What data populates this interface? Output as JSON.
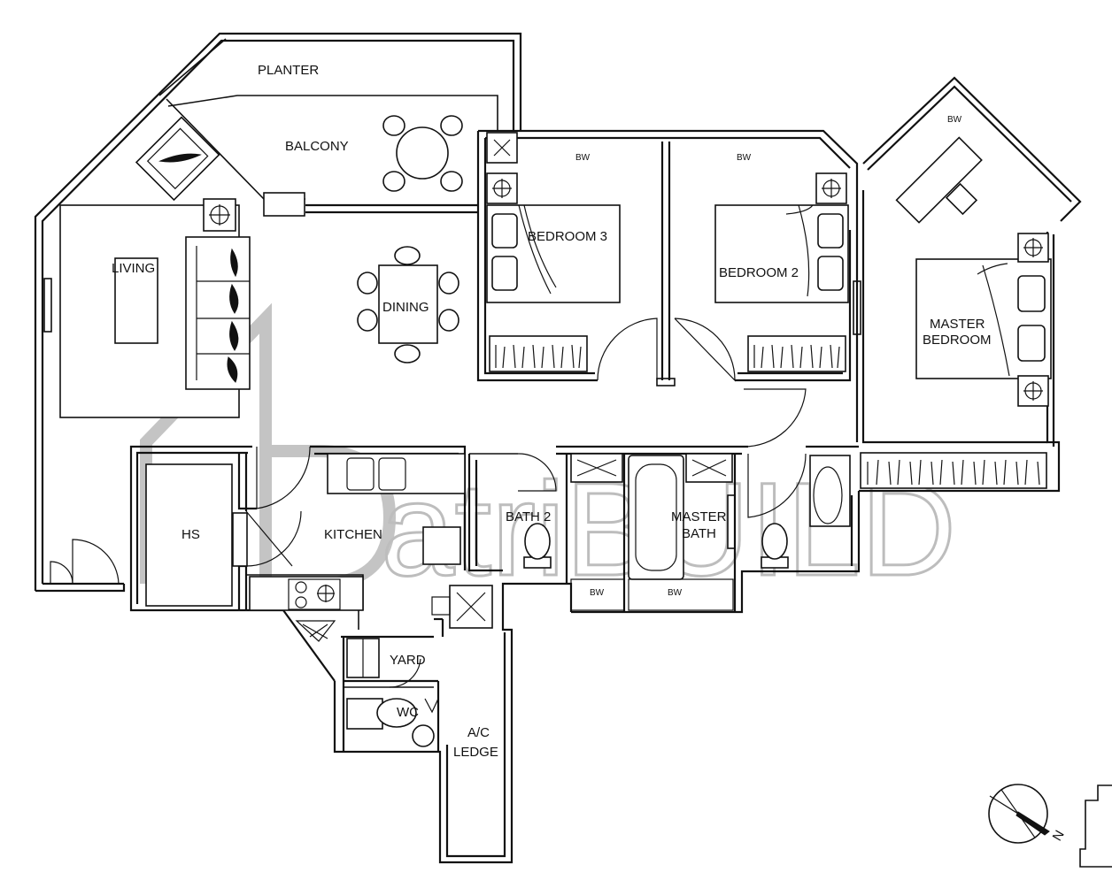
{
  "rooms": {
    "planter": "PLANTER",
    "balcony": "BALCONY",
    "living": "LIVING",
    "dining": "DINING",
    "bedroom3": "BEDROOM 3",
    "bedroom2": "BEDROOM 2",
    "master_bedroom_line1": "MASTER",
    "master_bedroom_line2": "BEDROOM",
    "hs": "HS",
    "kitchen": "KITCHEN",
    "bath2": "BATH 2",
    "master_bath_line1": "MASTER",
    "master_bath_line2": "BATH",
    "yard": "YARD",
    "wc": "WC",
    "ac_ledge_line1": "A/C",
    "ac_ledge_line2": "LEDGE"
  },
  "bay_windows": {
    "bw_bedroom3": "BW",
    "bw_bedroom2": "BW",
    "bw_master": "BW",
    "bw_bath_left": "BW",
    "bw_bath_right": "BW"
  },
  "compass": {
    "north_label": "N"
  },
  "watermark": {
    "text": "atriBUILD"
  },
  "colors": {
    "line": "#111111",
    "watermark": "#bdbdbd",
    "background": "#ffffff"
  }
}
